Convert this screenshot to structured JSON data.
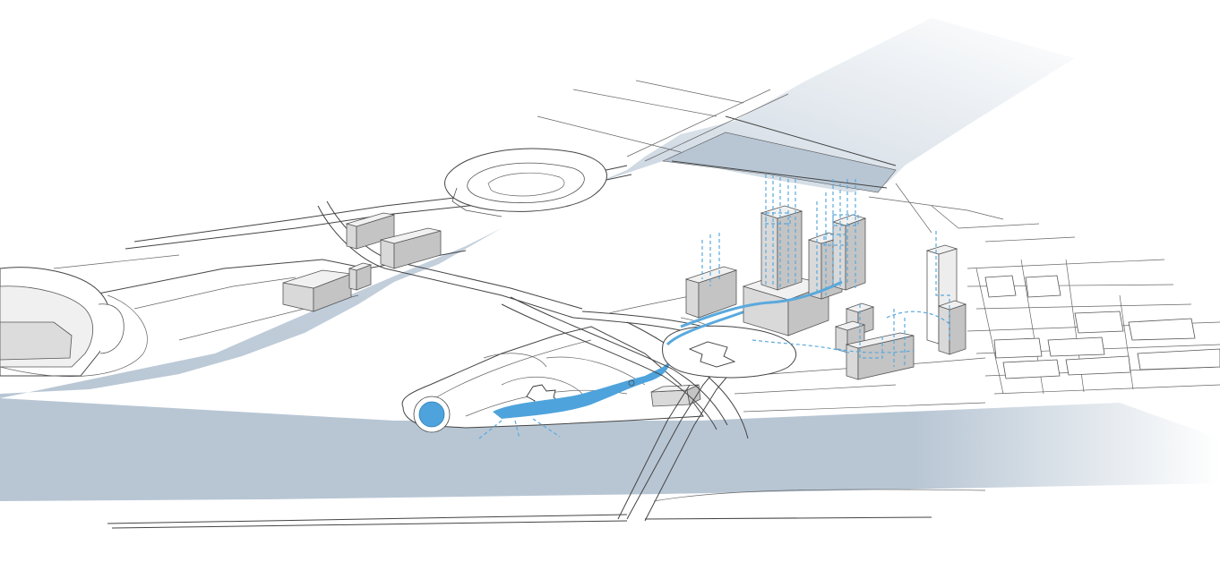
{
  "colors": {
    "water": "#b8c6d4",
    "water_fade": "#ffffff",
    "flow": "#5aa9dd",
    "flow_fill": "#4ea3dc",
    "building_top": "#f1f1f1",
    "building_left": "#d9d9d9",
    "building_right": "#c4c4c4",
    "line": "#444444",
    "background": "#ffffff"
  },
  "elements": {
    "river": "river",
    "point_park": "point-park",
    "fountain": "fountain-pool",
    "fort": "fort-footprint",
    "stadium_north": "baseball-stadium",
    "stadium_west": "football-stadium",
    "towers": "high-rise-towers",
    "circulation": "pedestrian-flow-paths"
  }
}
